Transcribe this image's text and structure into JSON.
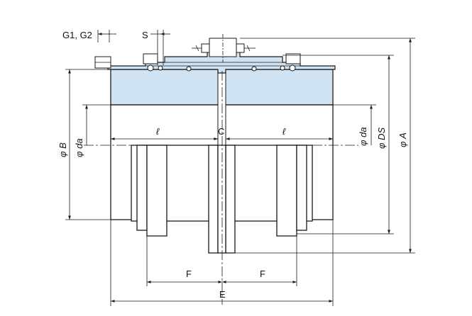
{
  "labels": {
    "g1_g2": "G1, G2",
    "s": "S",
    "l_left": "ℓ",
    "c": "C",
    "l_right": "ℓ",
    "phi_b": "φ B",
    "phi_da_left": "φ da",
    "phi_da_right": "φ da",
    "phi_ds": "φ DS",
    "phi_a": "φ A",
    "f_left": "F",
    "f_right": "F",
    "e": "E"
  },
  "colors": {
    "sleeve_fill": "#cfe3f2",
    "line": "#1a1a1a",
    "background": "#ffffff"
  }
}
